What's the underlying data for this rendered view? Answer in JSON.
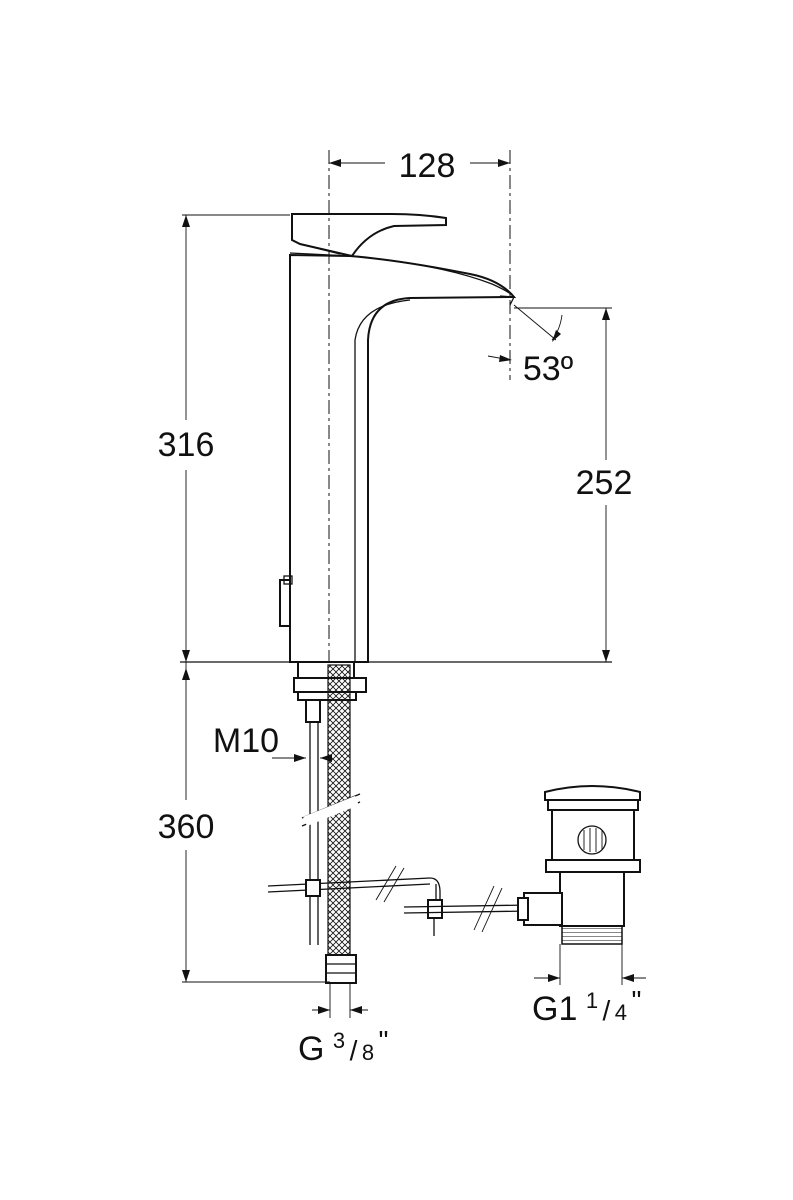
{
  "dimensions": {
    "spout_reach": "128",
    "total_height": "316",
    "spout_height": "252",
    "spout_angle": "53º",
    "hose_length": "360",
    "stud_thread": "M10",
    "hose_connection": {
      "main": "G",
      "numerator": "3",
      "slash": "/",
      "denominator": "8",
      "inch": "\""
    },
    "waste_connection": {
      "main": "G1",
      "numerator": "1",
      "slash": "/",
      "denominator": "4",
      "inch": "\""
    }
  }
}
